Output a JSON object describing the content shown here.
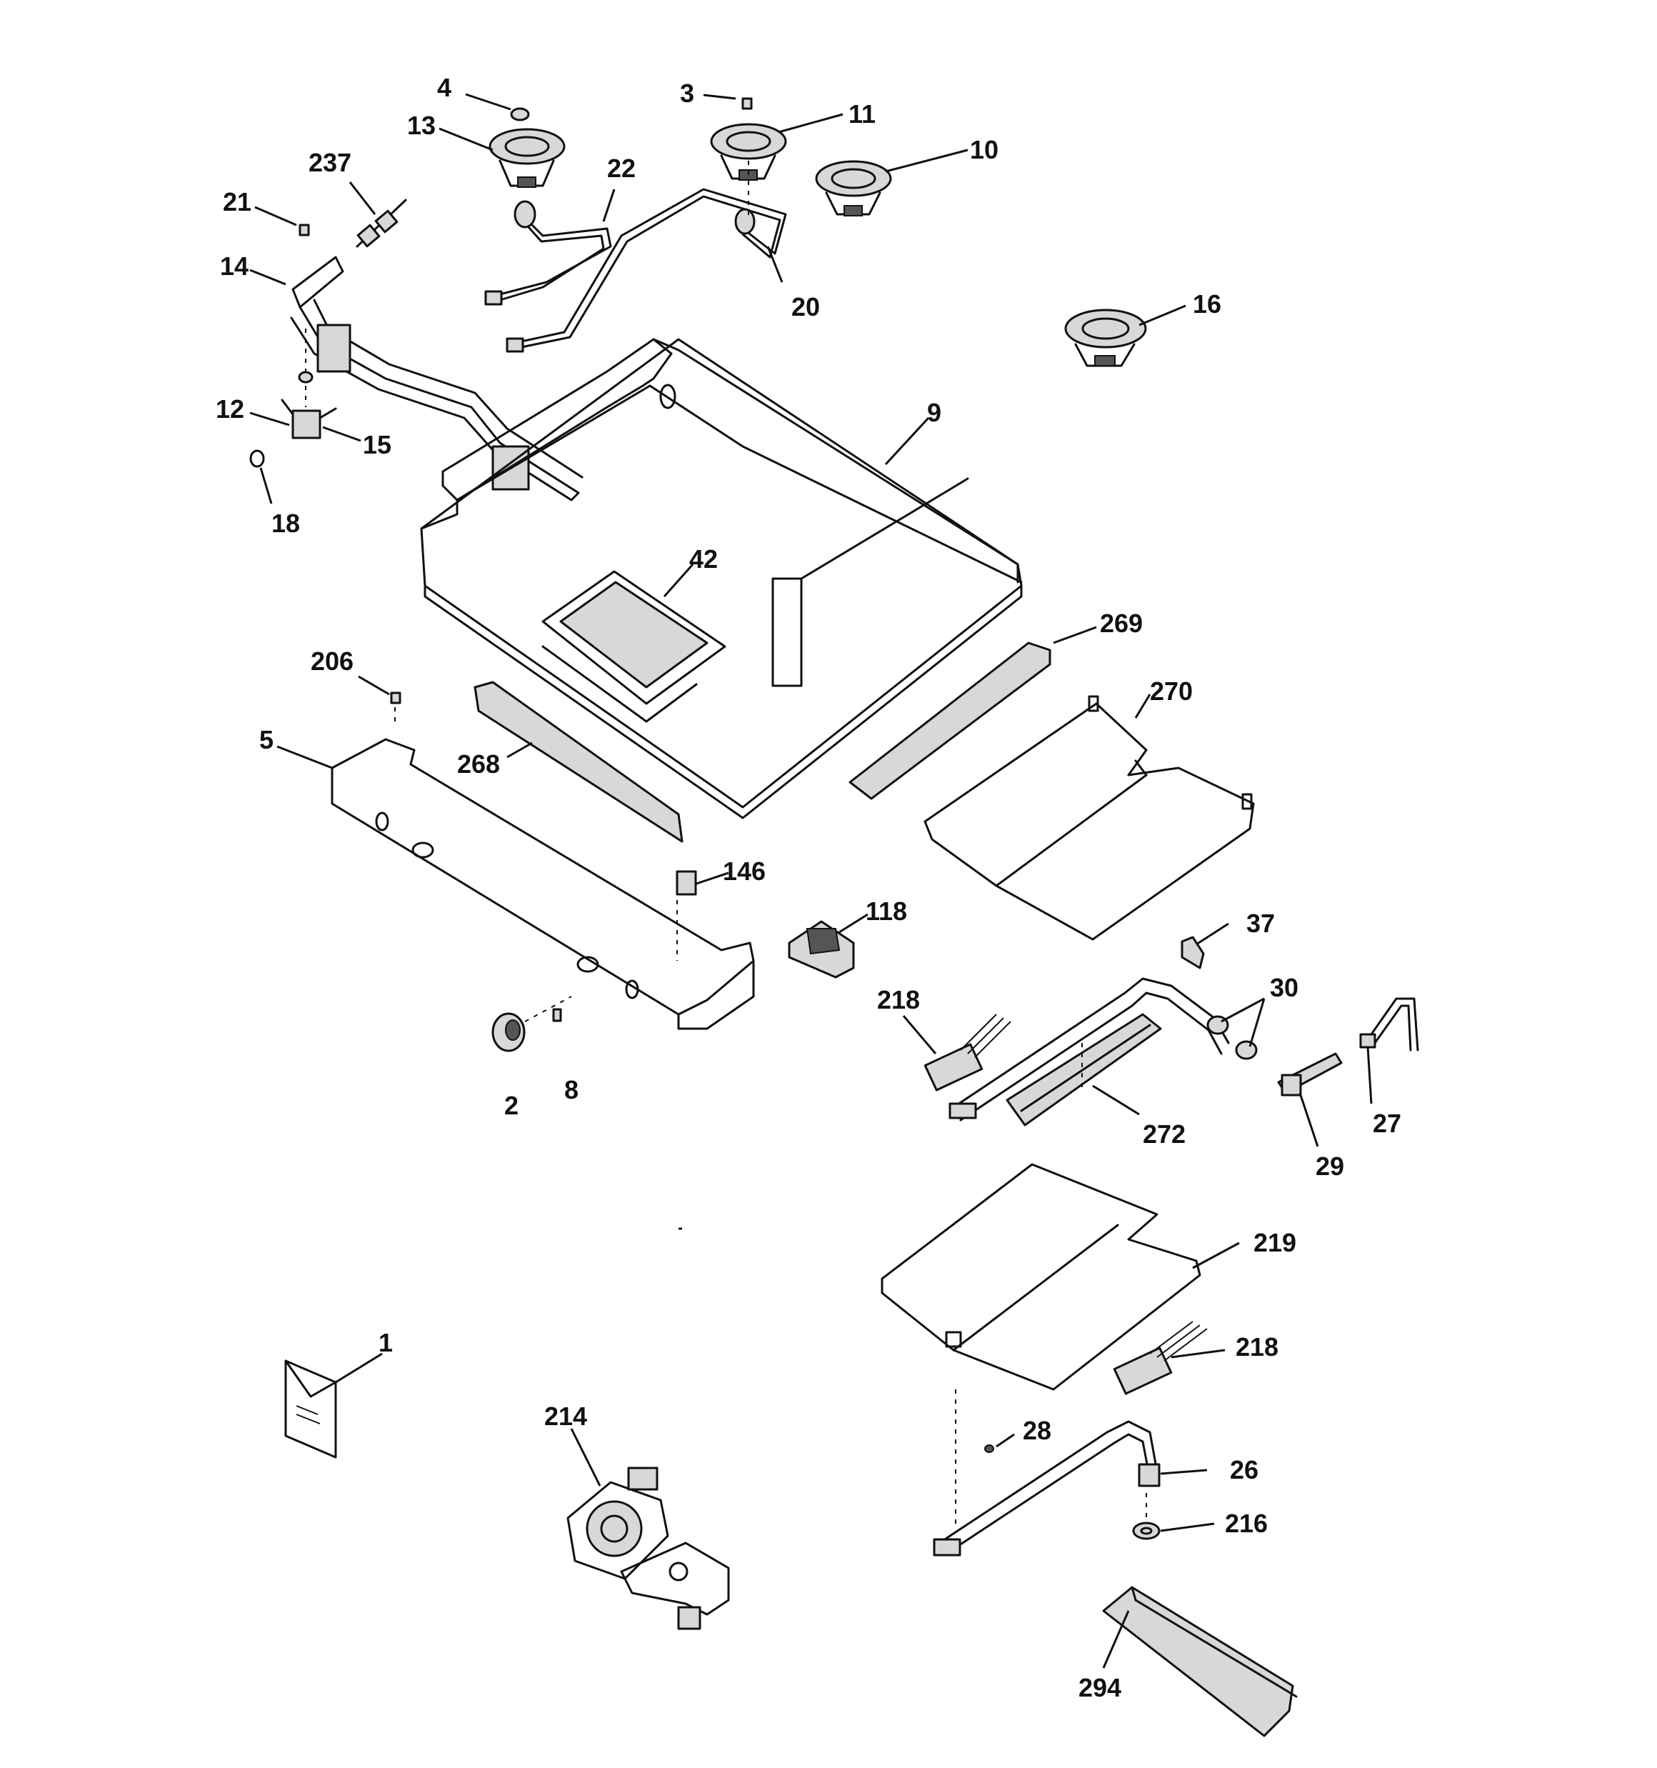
{
  "callouts": {
    "c1": "1",
    "c2": "2",
    "c3": "3",
    "c4": "4",
    "c5": "5",
    "c8": "8",
    "c9": "9",
    "c10": "10",
    "c11": "11",
    "c12": "12",
    "c13": "13",
    "c14": "14",
    "c15": "15",
    "c16": "16",
    "c18": "18",
    "c20": "20",
    "c21": "21",
    "c22": "22",
    "c26": "26",
    "c27": "27",
    "c28": "28",
    "c29": "29",
    "c30": "30",
    "c37": "37",
    "c42": "42",
    "c118": "118",
    "c146": "146",
    "c206": "206",
    "c214": "214",
    "c216": "216",
    "c218a": "218",
    "c218b": "218",
    "c219": "219",
    "c237": "237",
    "c268": "268",
    "c269": "269",
    "c270": "270",
    "c272": "272",
    "c294": "294"
  },
  "colors": {
    "line": "#111111",
    "background": "#ffffff",
    "shade": "#d8d8d8"
  }
}
